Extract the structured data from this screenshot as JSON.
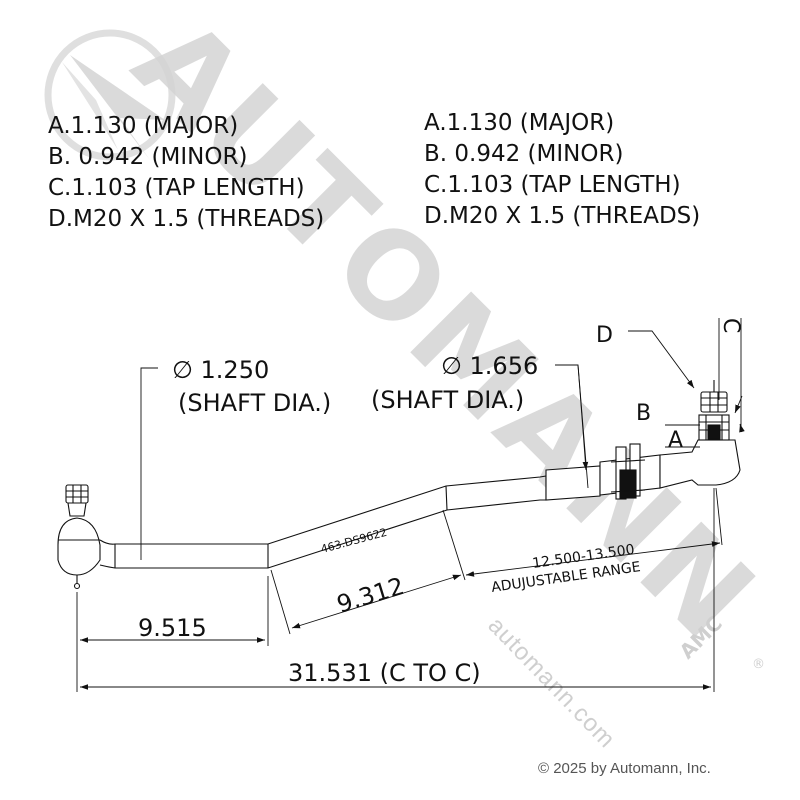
{
  "specs_left": [
    "A.1.130 (MAJOR)",
    "B. 0.942 (MINOR)",
    "C.1.103 (TAP LENGTH)",
    "D.M20 X 1.5  (THREADS)"
  ],
  "specs_right": [
    "A.1.130 (MAJOR)",
    "B. 0.942 (MINOR)",
    "C.1.103 (TAP LENGTH)",
    "D.M20 X 1.5  (THREADS)"
  ],
  "callouts": {
    "shaft_left_dia": "∅ 1.250",
    "shaft_left_label": "(SHAFT DIA.)",
    "shaft_right_dia": "∅ 1.656",
    "shaft_right_label": "(SHAFT DIA.)",
    "letter_a": "A",
    "letter_b": "B",
    "letter_c": "C",
    "letter_d": "D",
    "part_number": "463.DS9622"
  },
  "dimensions": {
    "left_length": "9.515",
    "mid_length": "9.312",
    "adjust_range": "12.500-13.500",
    "adjust_label": "ADUJUSTABLE RANGE",
    "overall": "31.531 (C TO C)"
  },
  "watermark": {
    "brand": "AUTOMANN",
    "url": "automann.com",
    "mark": "AMC",
    "registered": "®"
  },
  "copyright": "© 2025 by Automann, Inc.",
  "colors": {
    "line": "#111111",
    "watermark": "#d4d4d4",
    "copyright": "#555555"
  }
}
